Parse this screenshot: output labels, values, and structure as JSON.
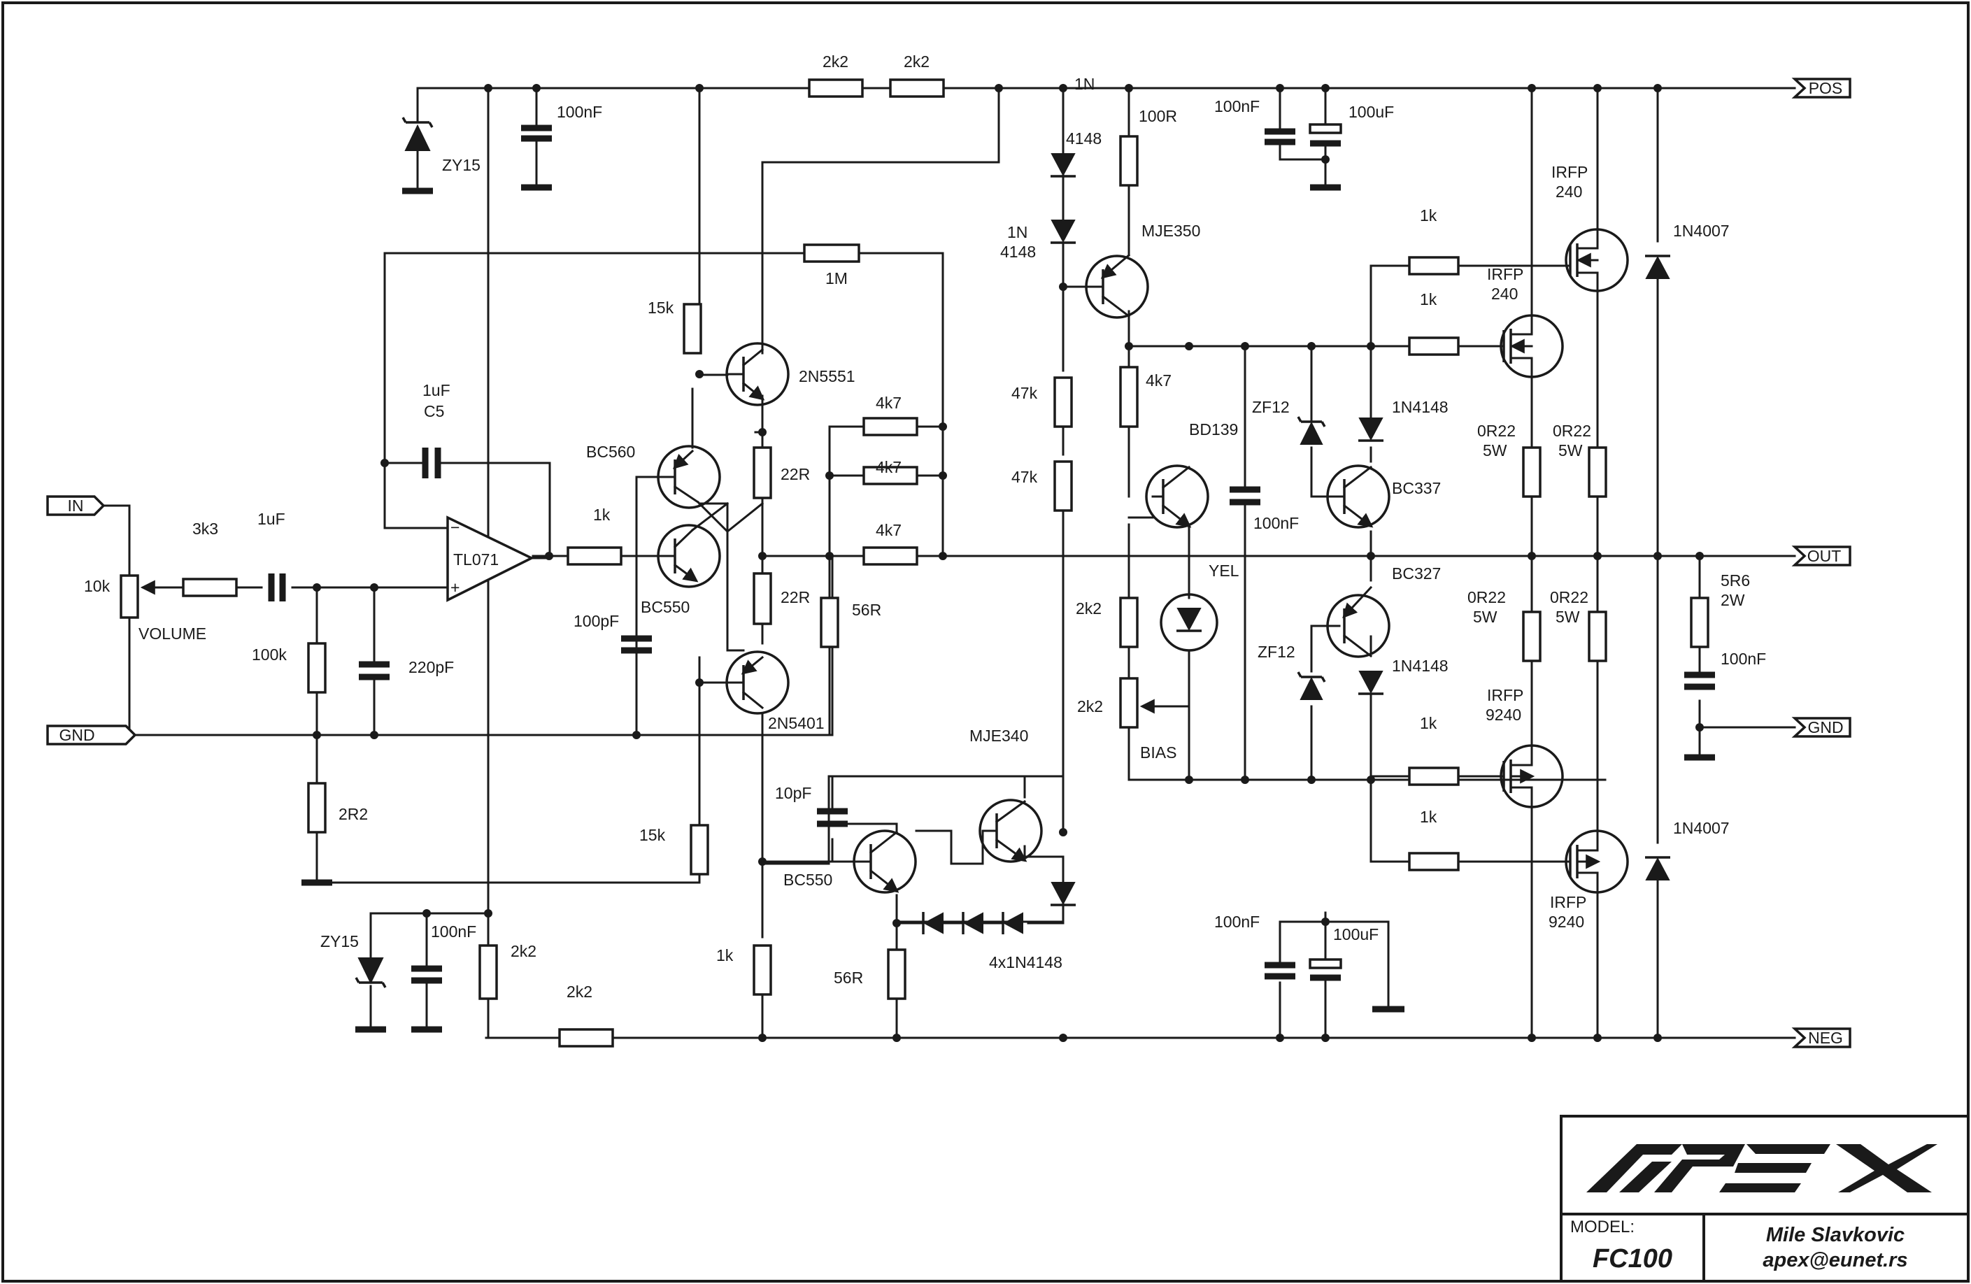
{
  "ports": {
    "in": "IN",
    "gnd_left": "GND",
    "pos": "POS",
    "out": "OUT",
    "gnd_right": "GND",
    "neg": "NEG"
  },
  "input_stage": {
    "pot": "10k",
    "pot_name": "VOLUME",
    "r_series": "3k3",
    "c_in": "1uF",
    "r_bias": "100k",
    "c_in_filter": "220pF",
    "r_gnd": "2R2",
    "opamp": "TL071",
    "opamp_minus": "−",
    "opamp_plus": "+",
    "c5_value": "1uF",
    "c5_name": "C5",
    "r_out": "1k",
    "r_fb": "1M"
  },
  "supply_filter": {
    "zener_top": "ZY15",
    "cap_top": "100nF",
    "zener_bot": "ZY15",
    "cap_bot": "100nF",
    "r_top1": "2k2",
    "r_top2": "2k2",
    "r_bot1": "2k2",
    "r_bot2": "2k2"
  },
  "driver_stage": {
    "r15k_top": "15k",
    "q_2n5551": "2N5551",
    "q_bc560": "BC560",
    "q_bc550_top": "BC550",
    "c_100pf": "100pF",
    "r22_top": "22R",
    "r22_bot": "22R",
    "r4k7_a": "4k7",
    "r4k7_b": "4k7",
    "r4k7_c": "4k7",
    "r56_mid": "56R",
    "q_2n5401": "2N5401",
    "r15k_bot": "15k",
    "r1k_bot": "1k"
  },
  "vas": {
    "d1": "1N\n4148",
    "d2": "1N\n4148",
    "r100": "100R",
    "q_mje350": "MJE350",
    "r47k_a": "47k",
    "r47k_b": "47k",
    "r4k7": "4k7",
    "q_bd139": "BD139",
    "c_100nf": "100nF",
    "led": "YEL",
    "r2k2": "2k2",
    "pot_2k2": "2k2",
    "bias": "BIAS",
    "q_mje340": "MJE340",
    "c_10pf": "10pF",
    "q_bc550": "BC550",
    "diodes": "4x1N4148",
    "r56": "56R"
  },
  "output_stage": {
    "c_top_100nf": "100nF",
    "c_top_100uf": "100uF",
    "c_bot_100nf": "100nF",
    "c_bot_100uf": "100uF",
    "r1k_1": "1k",
    "r1k_2": "1k",
    "r1k_3": "1k",
    "r1k_4": "1k",
    "zf_top": "ZF12",
    "zf_bot": "ZF12",
    "d_top": "1N4148",
    "d_bot": "1N4148",
    "q_bc337": "BC337",
    "q_bc327": "BC327",
    "irfp240_a": "IRFP\n240",
    "irfp240_b": "IRFP\n240",
    "irfp9240_a": "IRFP\n9240",
    "irfp9240_b": "IRFP\n9240",
    "r0r22_1": "0R22\n5W",
    "r0r22_2": "0R22\n5W",
    "r0r22_3": "0R22\n5W",
    "r0r22_4": "0R22\n5W",
    "d_clamp_top": "1N4007",
    "d_clamp_bot": "1N4007",
    "zobel_r": "5R6\n2W",
    "zobel_c": "100nF"
  },
  "title_block": {
    "logo": "APEX",
    "model_label": "MODEL:",
    "model": "FC100",
    "author": "Mile Slavkovic",
    "email": "apex@eunet.rs"
  }
}
